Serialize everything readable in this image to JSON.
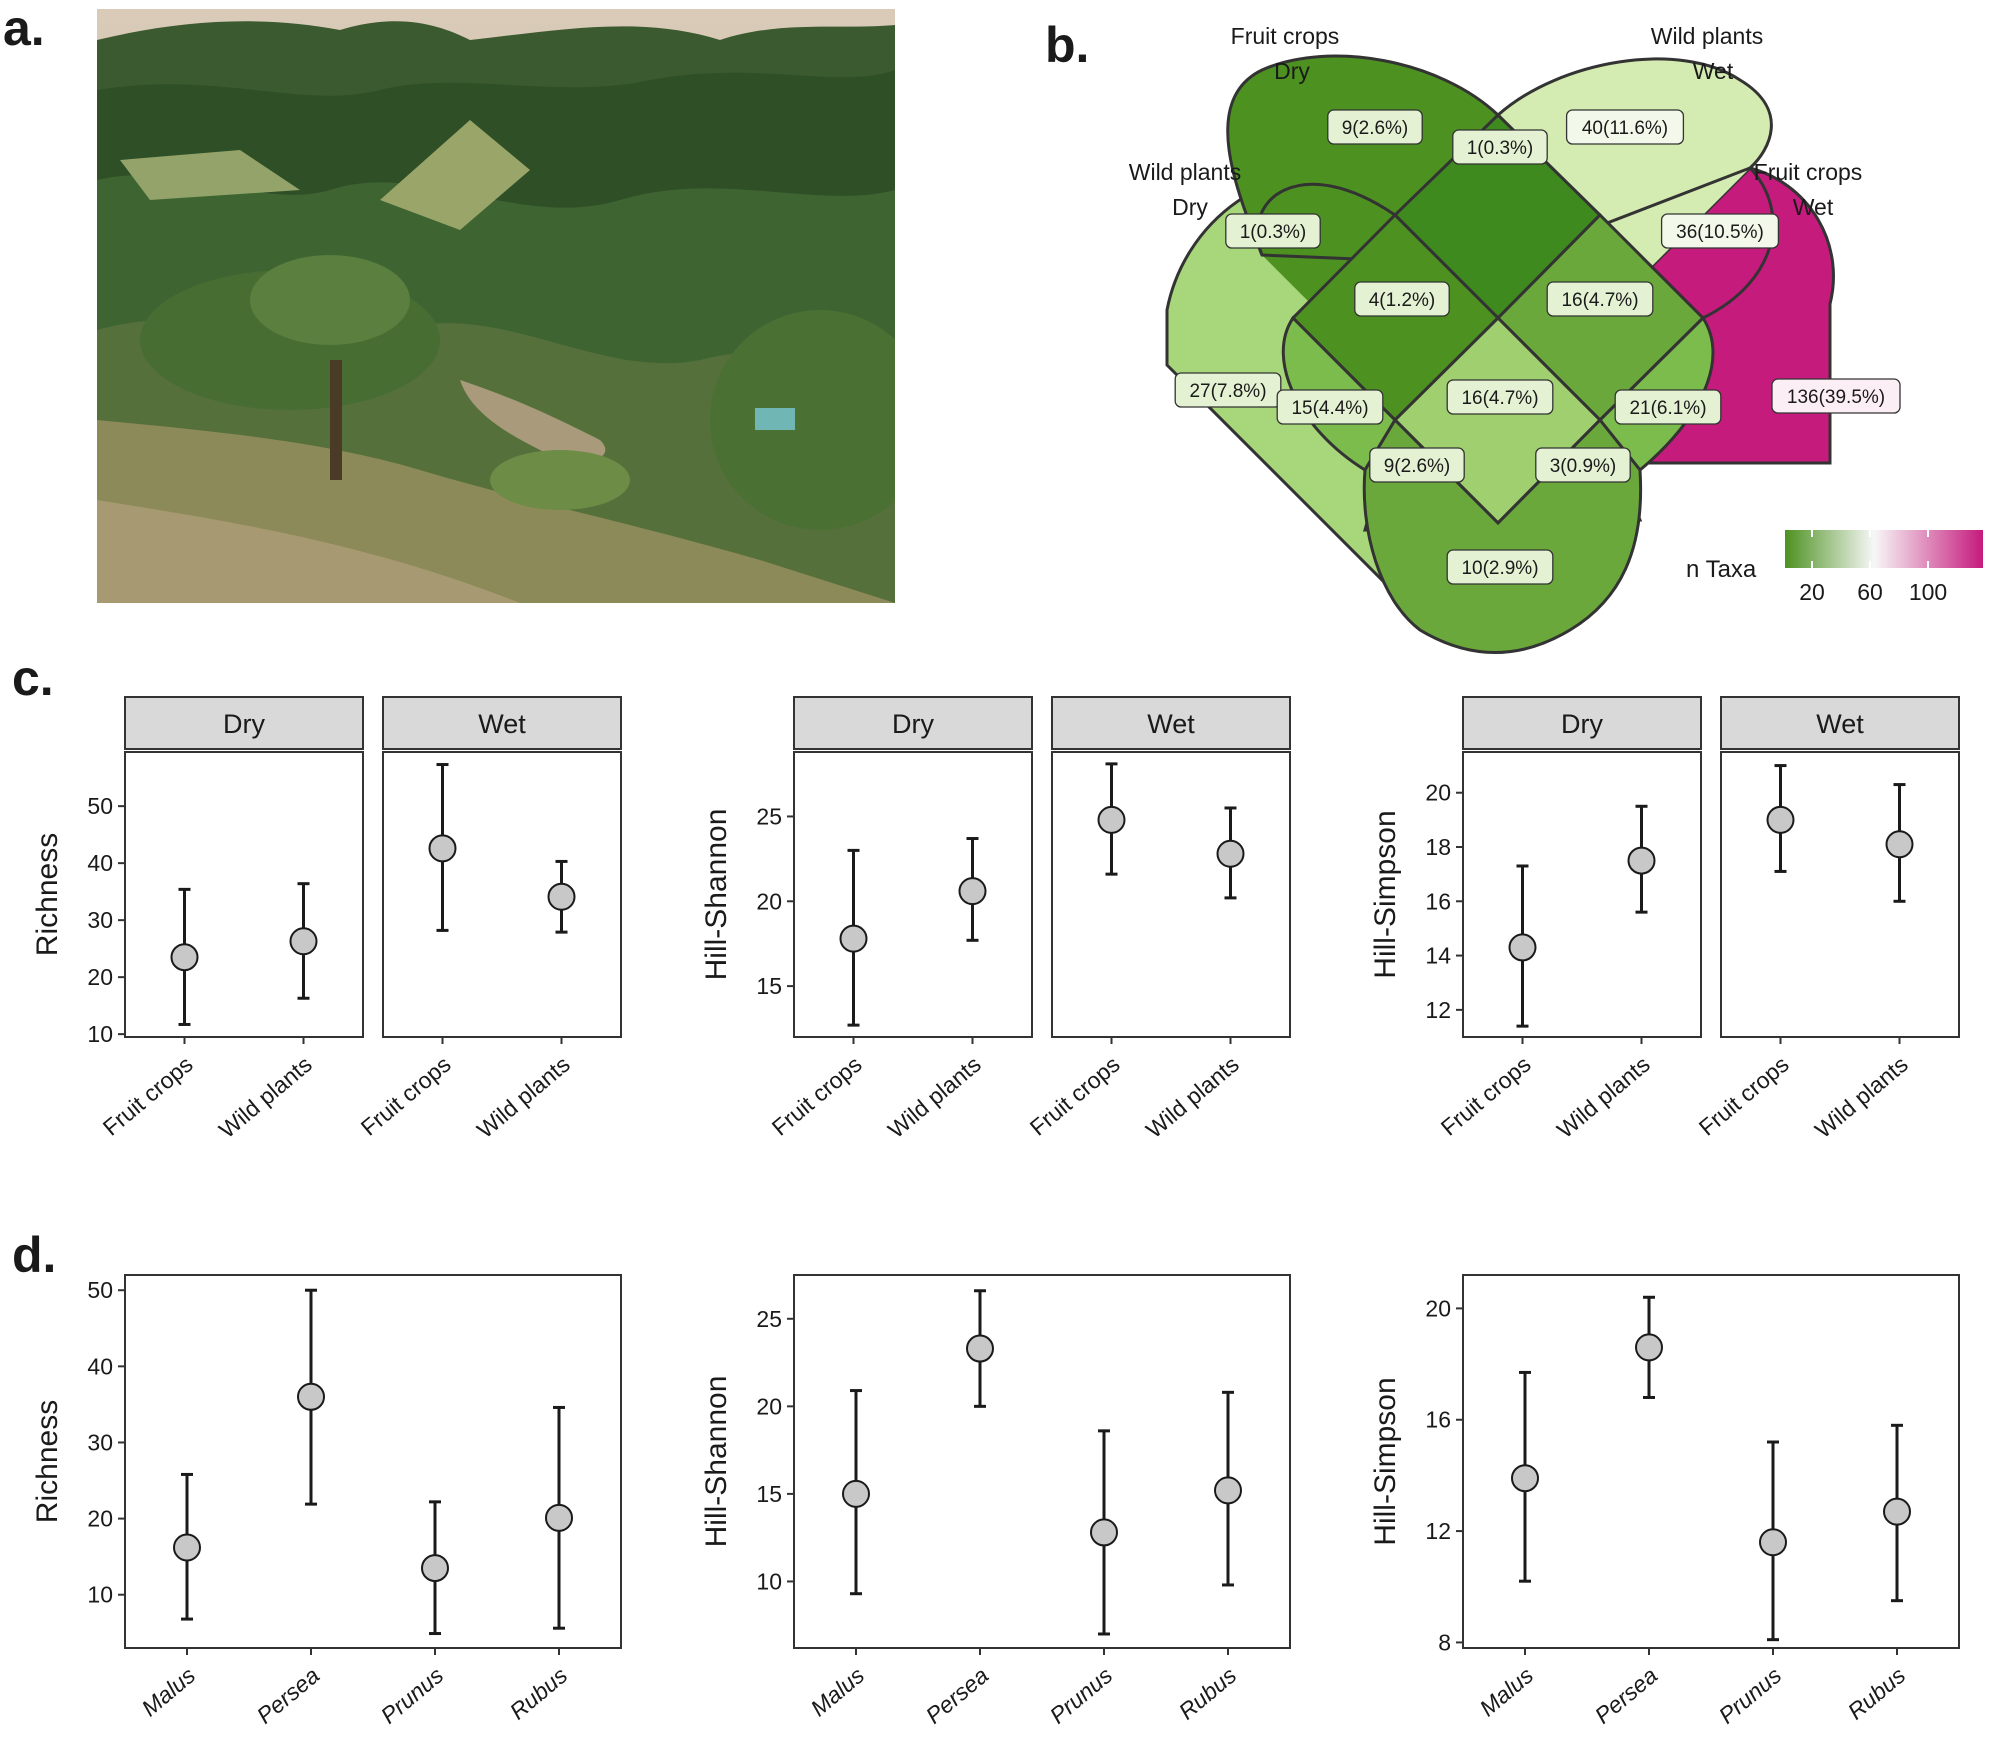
{
  "panels": {
    "a": {
      "letter": "a."
    },
    "b": {
      "letter": "b."
    },
    "c": {
      "letter": "c."
    },
    "d": {
      "letter": "d."
    }
  },
  "venn": {
    "sets": [
      {
        "line1": "Fruit crops",
        "line2": "Dry"
      },
      {
        "line1": "Wild plants",
        "line2": "Wet"
      },
      {
        "line1": "Wild plants",
        "line2": "Dry"
      },
      {
        "line1": "Fruit crops",
        "line2": "Wet"
      }
    ],
    "regions": [
      {
        "label": "9(2.6%)",
        "n": 9
      },
      {
        "label": "40(11.6%)",
        "n": 40
      },
      {
        "label": "1(0.3%)",
        "n": 1
      },
      {
        "label": "1(0.3%)",
        "n": 1
      },
      {
        "label": "36(10.5%)",
        "n": 36
      },
      {
        "label": "4(1.2%)",
        "n": 4
      },
      {
        "label": "16(4.7%)",
        "n": 16
      },
      {
        "label": "27(7.8%)",
        "n": 27
      },
      {
        "label": "15(4.4%)",
        "n": 15
      },
      {
        "label": "16(4.7%)",
        "n": 16
      },
      {
        "label": "21(6.1%)",
        "n": 21
      },
      {
        "label": "136(39.5%)",
        "n": 136
      },
      {
        "label": "9(2.6%)",
        "n": 9
      },
      {
        "label": "3(0.9%)",
        "n": 3
      },
      {
        "label": "10(2.9%)",
        "n": 10
      }
    ],
    "legend": {
      "title": "n Taxa",
      "ticks": [
        "20",
        "60",
        "100"
      ],
      "colors": [
        "#4d9221",
        "#f7f7f7",
        "#c51b7d"
      ]
    }
  },
  "chart_data": [
    {
      "type": "scatter",
      "panel": "c",
      "ylabel": "Richness",
      "facets": [
        "Dry",
        "Wet"
      ],
      "categories": [
        "Fruit crops",
        "Wild plants"
      ],
      "ylim": [
        9.5,
        59.5
      ],
      "yticks": [
        10,
        20,
        30,
        40,
        50
      ],
      "values": {
        "Dry": [
          {
            "y": 23.5,
            "lo": 11.7,
            "hi": 35.4
          },
          {
            "y": 26.3,
            "lo": 16.3,
            "hi": 36.4
          }
        ],
        "Wet": [
          {
            "y": 42.6,
            "lo": 28.2,
            "hi": 57.3
          },
          {
            "y": 34.1,
            "lo": 27.9,
            "hi": 40.3
          }
        ]
      }
    },
    {
      "type": "scatter",
      "panel": "c",
      "ylabel": "Hill-Shannon",
      "facets": [
        "Dry",
        "Wet"
      ],
      "categories": [
        "Fruit crops",
        "Wild plants"
      ],
      "ylim": [
        12,
        28.8
      ],
      "yticks": [
        15,
        20,
        25
      ],
      "values": {
        "Dry": [
          {
            "y": 17.8,
            "lo": 12.7,
            "hi": 23.0
          },
          {
            "y": 20.6,
            "lo": 17.7,
            "hi": 23.7
          }
        ],
        "Wet": [
          {
            "y": 24.8,
            "lo": 21.6,
            "hi": 28.1
          },
          {
            "y": 22.8,
            "lo": 20.2,
            "hi": 25.5
          }
        ]
      }
    },
    {
      "type": "scatter",
      "panel": "c",
      "ylabel": "Hill-Simpson",
      "facets": [
        "Dry",
        "Wet"
      ],
      "categories": [
        "Fruit crops",
        "Wild plants"
      ],
      "ylim": [
        11,
        21.5
      ],
      "yticks": [
        12,
        14,
        16,
        18,
        20
      ],
      "values": {
        "Dry": [
          {
            "y": 14.3,
            "lo": 11.4,
            "hi": 17.3
          },
          {
            "y": 17.5,
            "lo": 15.6,
            "hi": 19.5
          }
        ],
        "Wet": [
          {
            "y": 19.0,
            "lo": 17.1,
            "hi": 21.0
          },
          {
            "y": 18.1,
            "lo": 16.0,
            "hi": 20.3
          }
        ]
      }
    },
    {
      "type": "scatter",
      "panel": "d",
      "ylabel": "Richness",
      "categories": [
        "Malus",
        "Persea",
        "Prunus",
        "Rubus"
      ],
      "ylim": [
        3,
        52
      ],
      "yticks": [
        10,
        20,
        30,
        40,
        50
      ],
      "values": [
        {
          "y": 16.2,
          "lo": 6.8,
          "hi": 25.8
        },
        {
          "y": 36.0,
          "lo": 21.9,
          "hi": 50.0
        },
        {
          "y": 13.5,
          "lo": 4.9,
          "hi": 22.2
        },
        {
          "y": 20.1,
          "lo": 5.6,
          "hi": 34.6
        }
      ]
    },
    {
      "type": "scatter",
      "panel": "d",
      "ylabel": "Hill-Shannon",
      "categories": [
        "Malus",
        "Persea",
        "Prunus",
        "Rubus"
      ],
      "ylim": [
        6.2,
        27.5
      ],
      "yticks": [
        10,
        15,
        20,
        25
      ],
      "values": [
        {
          "y": 15.0,
          "lo": 9.3,
          "hi": 20.9
        },
        {
          "y": 23.3,
          "lo": 20.0,
          "hi": 26.6
        },
        {
          "y": 12.8,
          "lo": 7.0,
          "hi": 18.6
        },
        {
          "y": 15.2,
          "lo": 9.8,
          "hi": 20.8
        }
      ]
    },
    {
      "type": "scatter",
      "panel": "d",
      "ylabel": "Hill-Simpson",
      "categories": [
        "Malus",
        "Persea",
        "Prunus",
        "Rubus"
      ],
      "ylim": [
        7.8,
        21.2
      ],
      "yticks": [
        8,
        12,
        16,
        20
      ],
      "values": [
        {
          "y": 13.9,
          "lo": 10.2,
          "hi": 17.7
        },
        {
          "y": 18.6,
          "lo": 16.8,
          "hi": 20.4
        },
        {
          "y": 11.6,
          "lo": 8.1,
          "hi": 15.2
        },
        {
          "y": 12.7,
          "lo": 9.5,
          "hi": 15.8
        }
      ]
    }
  ]
}
